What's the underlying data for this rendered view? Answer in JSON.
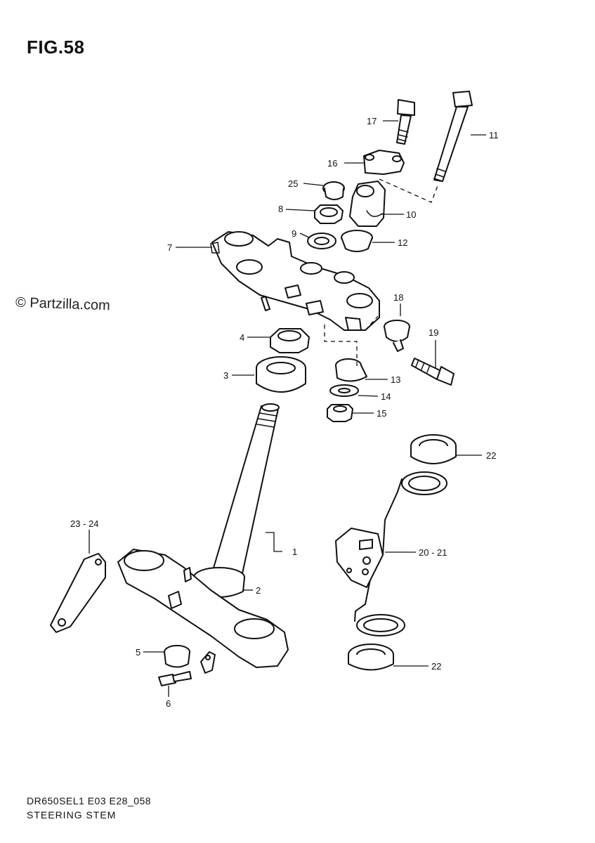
{
  "figure": {
    "title": "FIG.58"
  },
  "watermark": "© Partzilla.com",
  "footer": {
    "model_code": "DR650SEL1 E03 E28_058",
    "assembly_name": "STEERING STEM"
  },
  "callouts": {
    "c1": "1",
    "c2": "2",
    "c3": "3",
    "c4": "4",
    "c5": "5",
    "c6": "6",
    "c7": "7",
    "c8": "8",
    "c9": "9",
    "c10": "10",
    "c11": "11",
    "c12": "12",
    "c13": "13",
    "c14": "14",
    "c15": "15",
    "c16": "16",
    "c17": "17",
    "c18": "18",
    "c19": "19",
    "c20_21": "20 - 21",
    "c22a": "22",
    "c22b": "22",
    "c23_24": "23 - 24",
    "c25": "25"
  }
}
